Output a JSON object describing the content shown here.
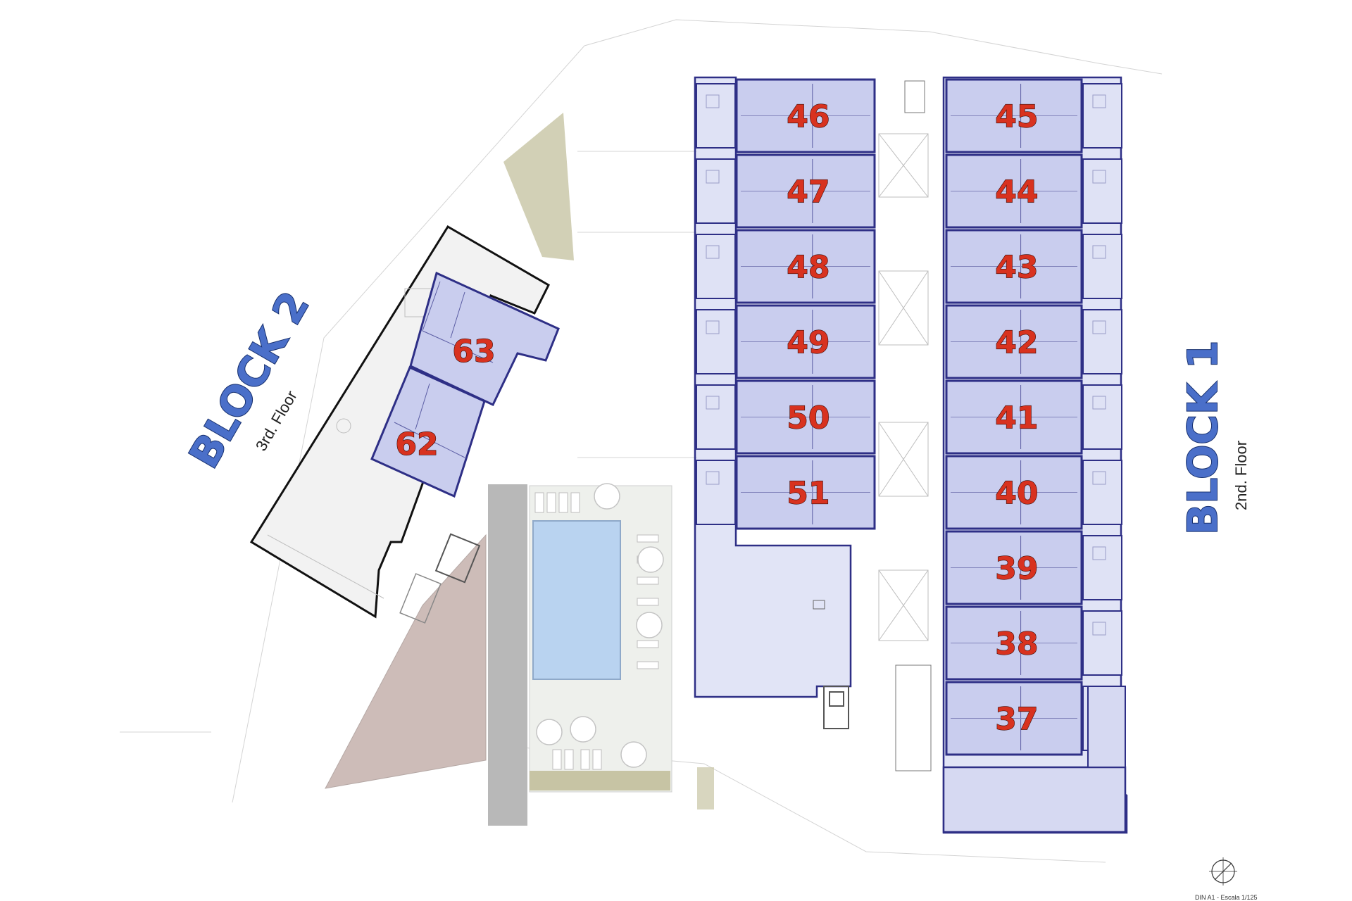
{
  "blocks": [
    {
      "id": "block-1",
      "title": "BLOCK 1",
      "floor": "2nd. Floor"
    },
    {
      "id": "block-2",
      "title": "BLOCK 2",
      "floor": "3rd. Floor"
    }
  ],
  "units": {
    "block1_left": [
      "46",
      "47",
      "48",
      "49",
      "50",
      "51"
    ],
    "block1_right": [
      "45",
      "44",
      "43",
      "42",
      "41",
      "40",
      "39",
      "38",
      "37"
    ],
    "block2": [
      "63",
      "62"
    ]
  },
  "scale_label": "DIN A1 - Escala 1/125",
  "colors": {
    "unit_fill": "#c9cdee",
    "unit_border": "#2e2f86",
    "unit_number": "#d8321f",
    "block_title": "#4a6fc9",
    "pool": "#b9d3f0",
    "garden": "#c7c4a4",
    "paving": "#cdbcb8"
  }
}
